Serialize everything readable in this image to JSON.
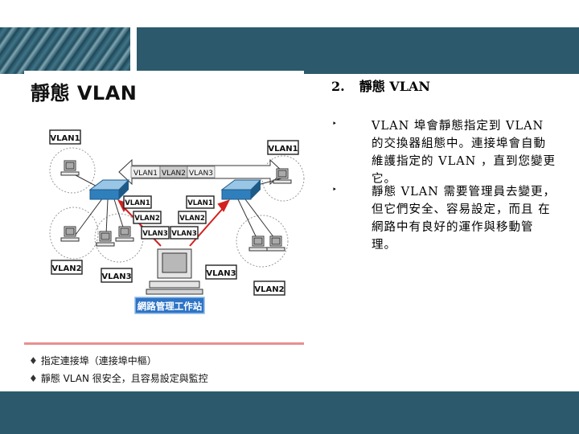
{
  "slide": {
    "heading_number": "2.",
    "heading_title": "靜態 VLAN",
    "bullets": [
      {
        "text": "VLAN 埠會靜態指定到 VLAN 的交換器組態中。連接埠會自動維護指定的 VLAN ，直到您變更它。"
      },
      {
        "text": "靜態 VLAN 需要管理員去變更，但它們安全、容易設定，而且 在網路中有良好的運作與移動管理。"
      }
    ]
  },
  "figure": {
    "title": "靜態 VLAN",
    "trunk_labels": [
      "VLAN1",
      "VLAN2",
      "VLAN3"
    ],
    "vlan_tags": {
      "top_left": "VLAN1",
      "top_right": "VLAN1",
      "sw_left_1": "VLAN1",
      "sw_left_2": "VLAN2",
      "sw_left_3": "VLAN3",
      "sw_right_1": "VLAN1",
      "sw_right_2": "VLAN2",
      "sw_right_3": "VLAN3",
      "bottom_left_a": "VLAN2",
      "bottom_left_b": "VLAN3",
      "bottom_right_a": "VLAN3",
      "bottom_right_b": "VLAN2"
    },
    "workstation_label": "網路管理工作站",
    "notes": [
      "指定連接埠（連接埠中樞）",
      "靜態 VLAN 很安全，且容易設定與監控"
    ],
    "colors": {
      "tag_border": "#222222",
      "arrow": "#d42020",
      "workstation_label_bg": "#2e74c6",
      "banner": "#2c5a6c"
    }
  }
}
